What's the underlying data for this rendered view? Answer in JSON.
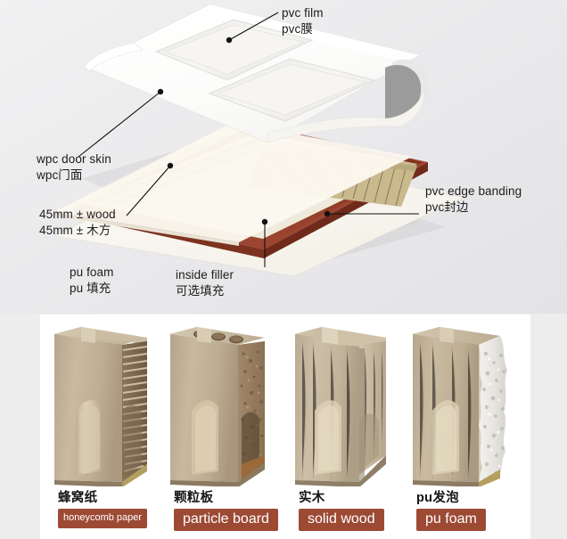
{
  "diagram": {
    "callouts": [
      {
        "id": "pvc-film",
        "en": "pvc film",
        "cn": "pvc膜"
      },
      {
        "id": "wpc-door-skin",
        "en": "wpc door skin",
        "cn": "wpc门面"
      },
      {
        "id": "wood-45mm",
        "en": "45mm ± wood",
        "cn": "45mm ± 木方"
      },
      {
        "id": "pu-foam",
        "en": "pu foam",
        "cn": "pu 填充"
      },
      {
        "id": "inside-filler",
        "en": "inside filler",
        "cn": "可选填充"
      },
      {
        "id": "pvc-edge-banding",
        "en": "pvc edge banding",
        "cn": "pvc封边"
      }
    ],
    "colors": {
      "background": "#ebebed",
      "pvc_film": "#fbfbfa",
      "pvc_film_roll": "#9b9b9b",
      "door_skin": "#f5f0e4",
      "wood_frame": "#c0b183",
      "edge_banding": "#93412b",
      "leader_line": "#1a1a1a"
    }
  },
  "samples": {
    "panel_background": "#ffffff",
    "badge_color": "#9d4a35",
    "items": [
      {
        "id": "honeycomb-paper",
        "cn": "蜂窝纸",
        "en": "honeycomb paper",
        "core": "corrugated honeycomb paper core"
      },
      {
        "id": "particle-board",
        "cn": "颗粒板",
        "en": "particle board",
        "core": "tubular particle board core"
      },
      {
        "id": "solid-wood",
        "cn": "实木",
        "en": "solid wood",
        "core": "solid wood block core"
      },
      {
        "id": "pu-foam",
        "cn": "pu发泡",
        "en": "pu foam",
        "core": "expanded pu foam core"
      }
    ]
  }
}
